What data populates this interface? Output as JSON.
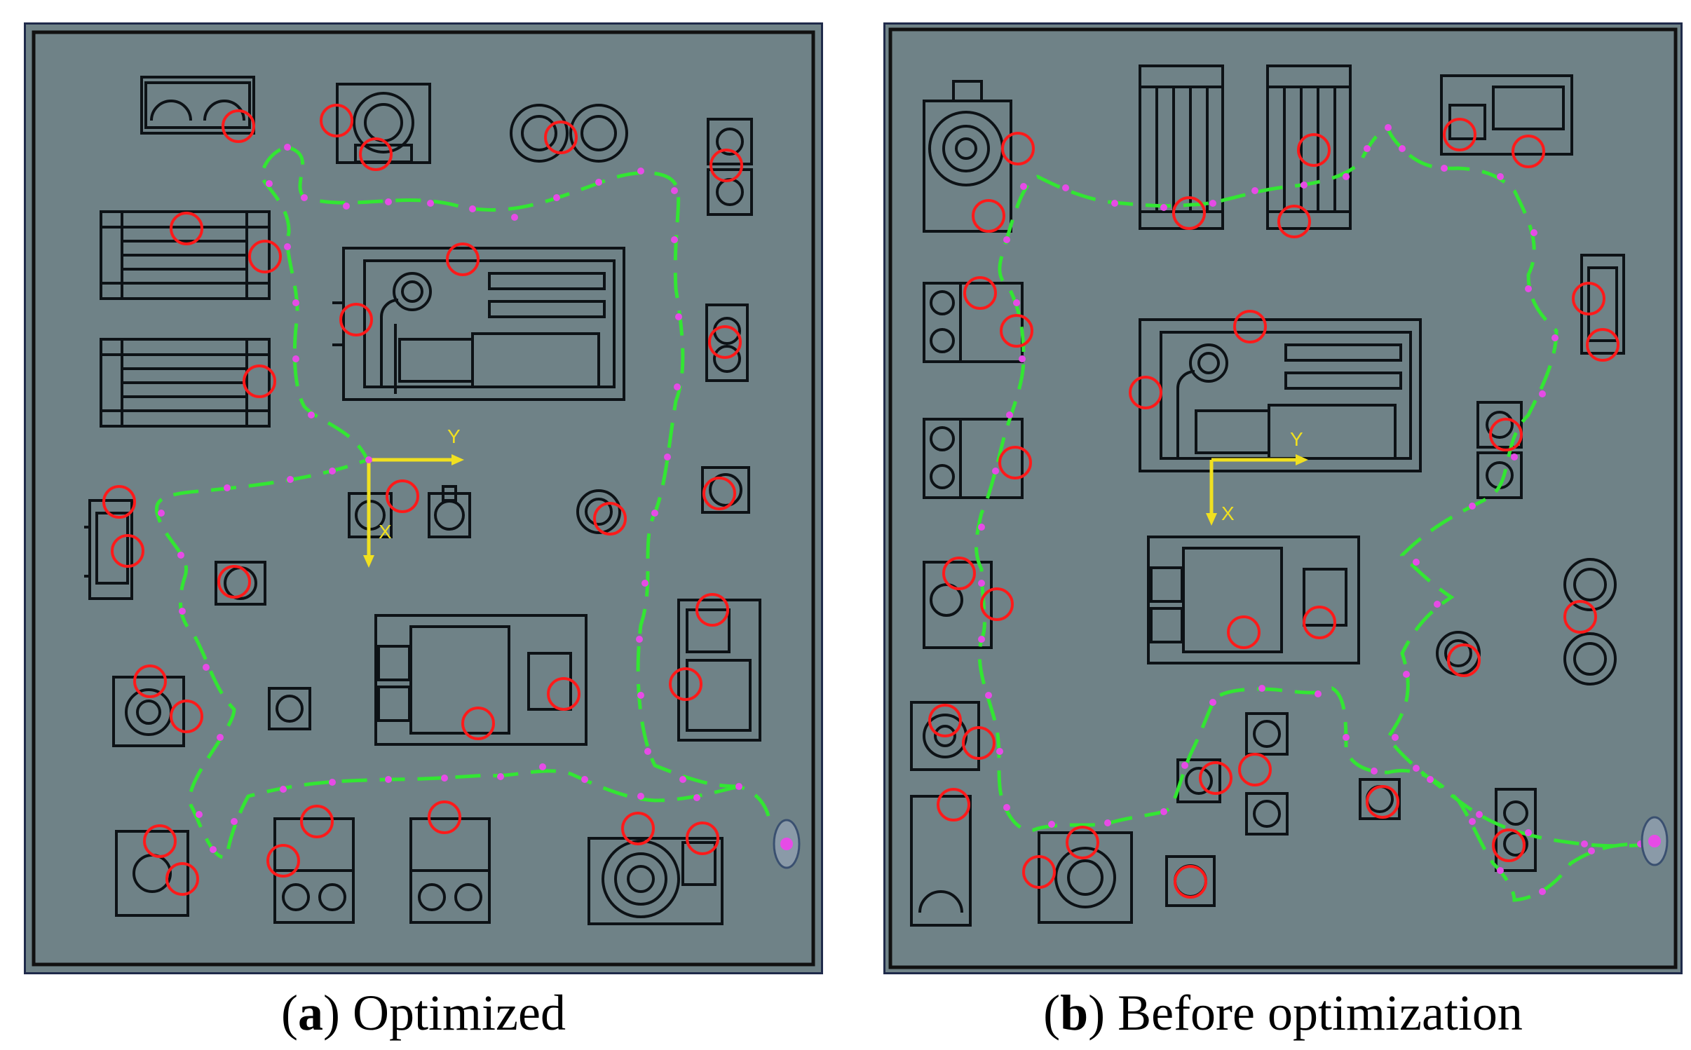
{
  "colors": {
    "plate": "#6f8287",
    "frame": "#1b1f24",
    "device_line": "#0d1216",
    "route": "#33e633",
    "clamp": "#e64be6",
    "marker": "#ff1a1a",
    "axis": "#f0e020"
  },
  "panels": [
    {
      "id": "a",
      "caption_letter": "a",
      "caption_text": "Optimized",
      "axis_labels": {
        "y": "Y",
        "x": "X"
      }
    },
    {
      "id": "b",
      "caption_letter": "b",
      "caption_text": "Before optimization",
      "axis_labels": {
        "y": "Y",
        "x": "X"
      }
    }
  ]
}
